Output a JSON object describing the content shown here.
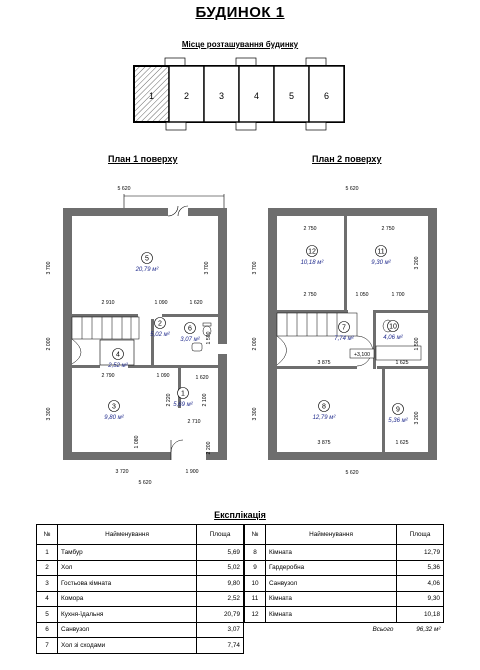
{
  "title": "БУДИНОК 1",
  "site": {
    "label": "Місце розташування будинку",
    "units": [
      "1",
      "2",
      "3",
      "4",
      "5",
      "6"
    ]
  },
  "floor1": {
    "label": "План 1 поверху",
    "dims": {
      "top": "5 620",
      "bottom_total": "5 620",
      "bottom_left": "3 720",
      "bottom_right": "1 900",
      "left_top": "3 700",
      "left_mid": "2 000",
      "left_bot": "3 300",
      "r5_bottom": [
        "2 910",
        "1 090",
        "1 620"
      ],
      "r5_right": "3 700",
      "r3_top": "2 790",
      "r1_top": "1 090",
      "r6_bottom": "1 620",
      "r1_v1": "2 220",
      "r1_v2": "1 080",
      "r1_right": "2 100",
      "r1_bottom": "2 710",
      "r1_small": "2 200",
      "r6_side": "1 500"
    },
    "rooms": [
      {
        "num": "5",
        "area": "20,79 м²"
      },
      {
        "num": "2",
        "area": "5,02 м²"
      },
      {
        "num": "6",
        "area": "3,07 м²"
      },
      {
        "num": "4",
        "area": "2,52 м²"
      },
      {
        "num": "3",
        "area": "9,80 м²"
      },
      {
        "num": "1",
        "area": "5,69 м²"
      }
    ]
  },
  "floor2": {
    "label": "План 2 поверху",
    "dims": {
      "top": "5 620",
      "bottom": "5 620",
      "left_top": "3 700",
      "left_mid": "2 000",
      "left_bot": "3 300",
      "r12_top": "2 750",
      "r11_top": "2 750",
      "r12_bottom": "2 750",
      "r11_bottom": [
        "1 050",
        "1 700"
      ],
      "r11_right": "3 200",
      "r10_side": "1 500",
      "r10_bottom": "1 625",
      "r7_bottom": "3 875",
      "r8_bottom": "3 875",
      "r9_bottom": "1 625",
      "r9_right": "3 200",
      "level": "+3,100"
    },
    "rooms": [
      {
        "num": "12",
        "area": "10,18 м²"
      },
      {
        "num": "11",
        "area": "9,30 м²"
      },
      {
        "num": "7",
        "area": "7,74 м²"
      },
      {
        "num": "10",
        "area": "4,06 м²"
      },
      {
        "num": "8",
        "area": "12,79 м²"
      },
      {
        "num": "9",
        "area": "5,36 м²"
      }
    ]
  },
  "explication": {
    "title": "Експлікація",
    "headers": [
      "№",
      "Найменування",
      "Площа"
    ],
    "left": [
      [
        "1",
        "Тамбур",
        "5,69"
      ],
      [
        "2",
        "Хол",
        "5,02"
      ],
      [
        "3",
        "Гостьова кімната",
        "9,80"
      ],
      [
        "4",
        "Комора",
        "2,52"
      ],
      [
        "5",
        "Кухня-їдальня",
        "20,79"
      ],
      [
        "6",
        "Санвузол",
        "3,07"
      ],
      [
        "7",
        "Хол зі сходами",
        "7,74"
      ]
    ],
    "right": [
      [
        "8",
        "Кімната",
        "12,79"
      ],
      [
        "9",
        "Гардеробна",
        "5,36"
      ],
      [
        "10",
        "Санвузол",
        "4,06"
      ],
      [
        "11",
        "Кімната",
        "9,30"
      ],
      [
        "12",
        "Кімната",
        "10,18"
      ]
    ],
    "total_label": "Всього",
    "total_value": "96,32 м²"
  },
  "colors": {
    "wall": "#6e6e6e",
    "room_label": "#1f2a8c",
    "hatch": "#000000"
  }
}
